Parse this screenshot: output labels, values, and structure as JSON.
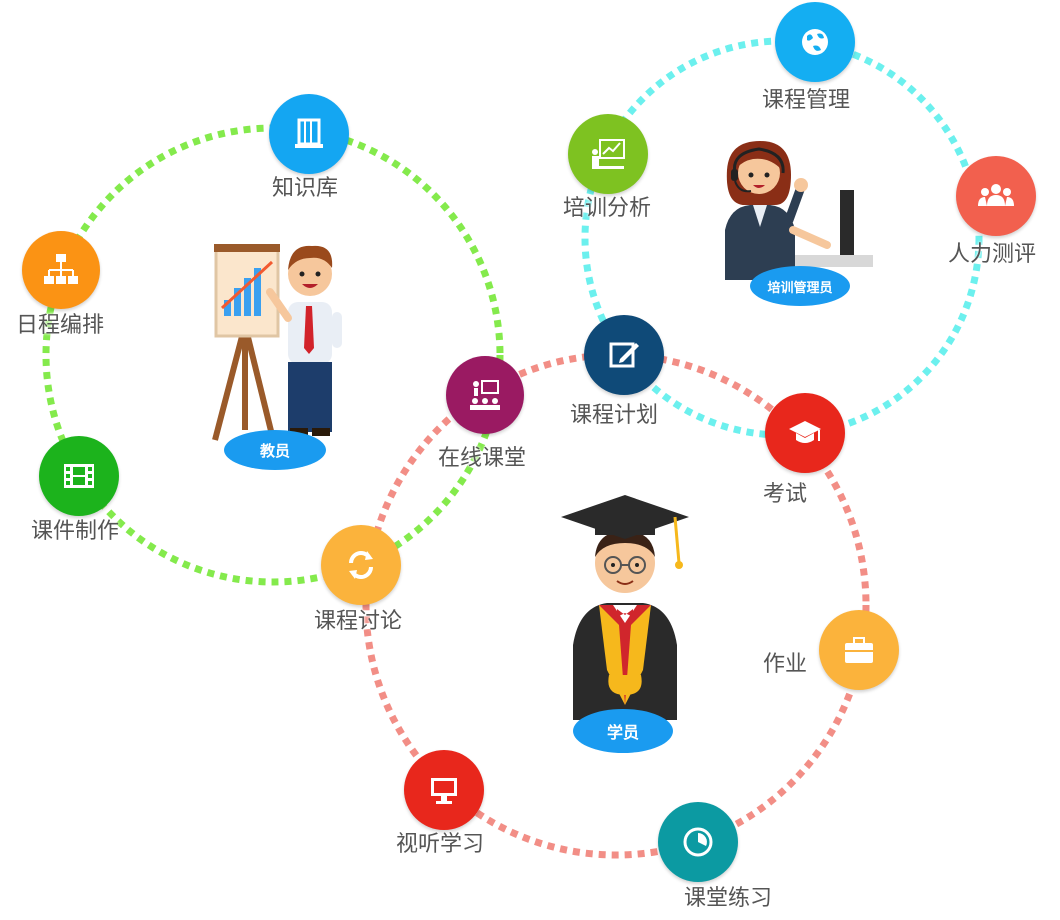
{
  "rings": [
    {
      "name": "teacher",
      "color": "#84ea4c"
    },
    {
      "name": "admin",
      "color": "#6cf0ee"
    },
    {
      "name": "student",
      "color": "#f28e86"
    }
  ],
  "roles": {
    "teacher": "教员",
    "admin": "培训管理员",
    "student": "学员"
  },
  "nodes": {
    "knowledge_base": {
      "label": "知识库",
      "color": "#14a6f2",
      "icon": "book-stack-icon"
    },
    "schedule": {
      "label": "日程编排",
      "color": "#fb9314",
      "icon": "org-chart-icon"
    },
    "courseware": {
      "label": "课件制作",
      "color": "#1cb31c",
      "icon": "film-strip-icon"
    },
    "online_class": {
      "label": "在线课堂",
      "color": "#9a1a62",
      "icon": "classroom-icon"
    },
    "discussion": {
      "label": "课程讨论",
      "color": "#fbb33c",
      "icon": "refresh-icon"
    },
    "course_mgmt": {
      "label": "课程管理",
      "color": "#14aef2",
      "icon": "globe-icon"
    },
    "training_analysis": {
      "label": "培训分析",
      "color": "#7ec221",
      "icon": "presentation-chart-icon"
    },
    "hr_assessment": {
      "label": "人力测评",
      "color": "#f2604e",
      "icon": "group-users-icon"
    },
    "course_plan": {
      "label": "课程计划",
      "color": "#0f4a78",
      "icon": "edit-icon"
    },
    "exam": {
      "label": "考试",
      "color": "#e8271c",
      "icon": "graduation-cap-icon"
    },
    "homework": {
      "label": "作业",
      "color": "#fbb33c",
      "icon": "briefcase-icon"
    },
    "class_exercise": {
      "label": "课堂练习",
      "color": "#0c9aa2",
      "icon": "pie-clock-icon"
    },
    "av_learning": {
      "label": "视听学习",
      "color": "#e8271c",
      "icon": "monitor-icon"
    }
  }
}
